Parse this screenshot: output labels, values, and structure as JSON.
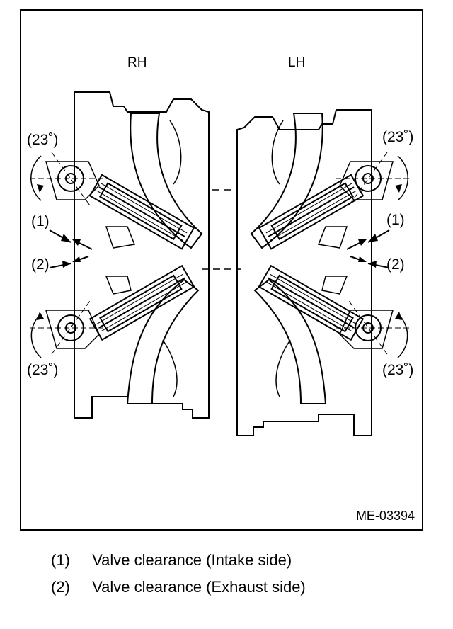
{
  "head_labels": {
    "rh": "RH",
    "lh": "LH"
  },
  "angle_label": "(23˚)",
  "callouts": {
    "intake": "(1)",
    "exhaust": "(2)"
  },
  "figure_id": "ME-03394",
  "legend": [
    {
      "num": "(1)",
      "text": "Valve clearance (Intake side)"
    },
    {
      "num": "(2)",
      "text": "Valve clearance (Exhaust side)"
    }
  ]
}
